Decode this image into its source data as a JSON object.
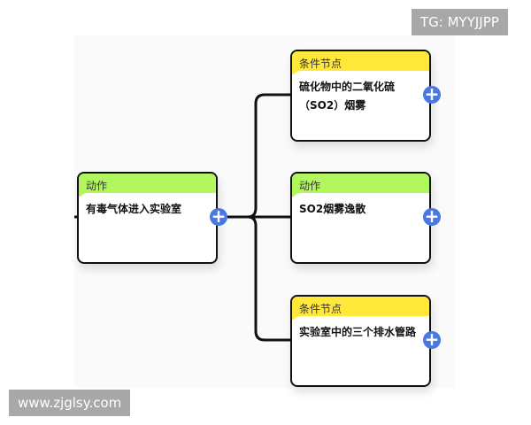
{
  "nodes": [
    {
      "type": "动作",
      "text": "有毒气体进入实验室",
      "color": "#b2f65e"
    },
    {
      "type": "条件节点",
      "text": "硫化物中的二氧化硫（SO2）烟雾",
      "color": "#ffe83a"
    },
    {
      "type": "动作",
      "text": "SO2烟雾逸散",
      "color": "#b2f65e"
    },
    {
      "type": "条件节点",
      "text": "实验室中的三个排水管路",
      "color": "#ffe83a"
    }
  ],
  "add_icon": "+",
  "watermarks": {
    "top": "TG: MYYJJPP",
    "bottom": "www.zjglsy.com"
  }
}
